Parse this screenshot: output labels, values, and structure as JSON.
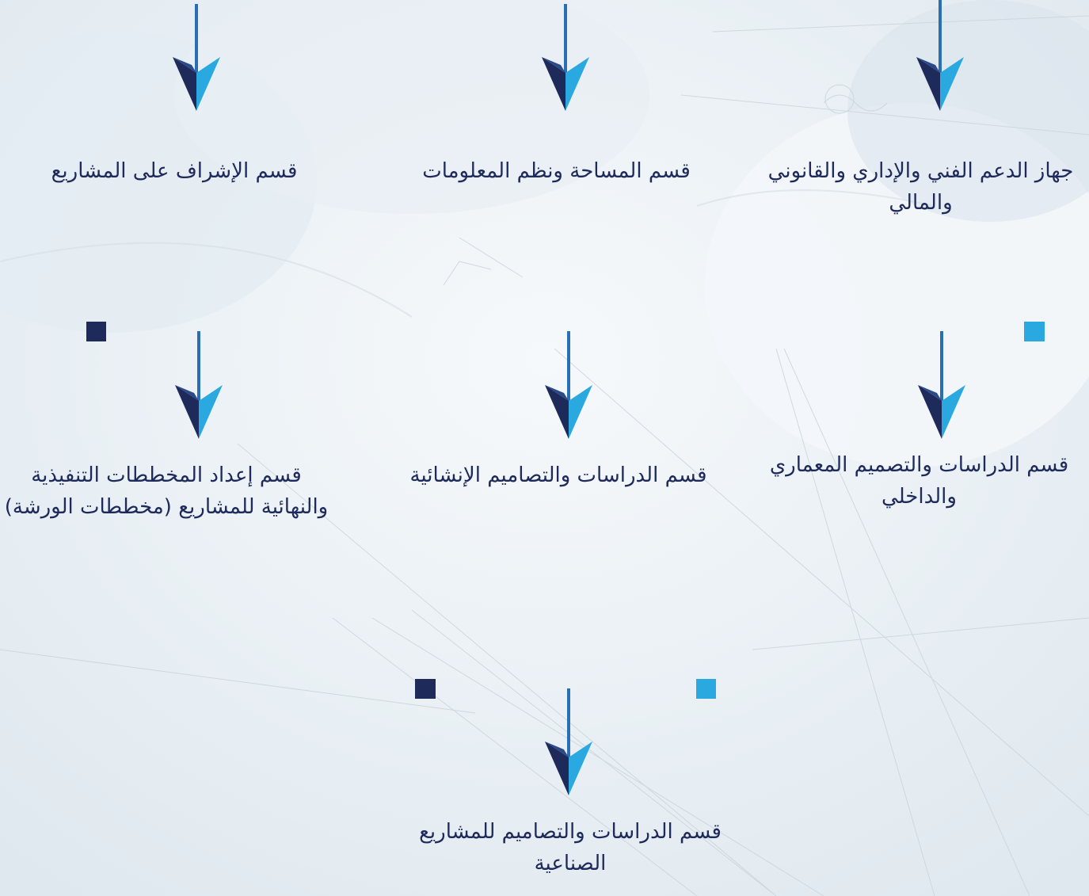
{
  "colors": {
    "connector_dark": "#1e2a5a",
    "connector_light": "#29a9e0",
    "text": "#1e2a5a",
    "background": "#eef3f7"
  },
  "top_row": [
    {
      "id": "admin-support",
      "label": "جهاز الدعم الفني والإداري والقانوني والمالي"
    },
    {
      "id": "survey-info",
      "label": "قسم المساحة ونظم المعلومات"
    },
    {
      "id": "supervision",
      "label": "قسم الإشراف على المشاريع"
    }
  ],
  "middle_row": [
    {
      "id": "architectural",
      "label": "قسم الدراسات والتصميم المعماري والداخلي"
    },
    {
      "id": "structural",
      "label": "قسم الدراسات والتصاميم الإنشائية"
    },
    {
      "id": "shop-drawings",
      "label": "قسم إعداد المخططات التنفيذية والنهائية للمشاريع (مخططات الورشة)"
    }
  ],
  "bottom_row": [
    {
      "id": "industrial",
      "label": "قسم الدراسات والتصاميم للمشاريع الصناعية"
    }
  ],
  "icons": {
    "arrow": "arrow-down-icon",
    "bar_end_dark": "square-marker-icon",
    "bar_end_light": "square-marker-icon"
  }
}
